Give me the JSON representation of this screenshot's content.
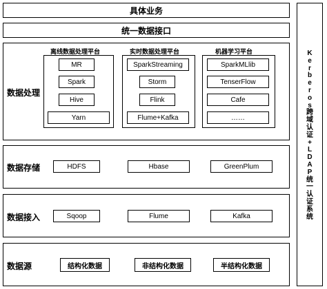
{
  "top_bar": "具体业务",
  "interface_bar": "统一数据接口",
  "side_bar_chars": [
    "K",
    "e",
    "r",
    "b",
    "e",
    "r",
    "o",
    "s",
    "跨",
    "域",
    "认",
    "证",
    "+",
    "L",
    "D",
    "A",
    "P",
    "统",
    "一",
    "认",
    "证",
    "系",
    "统"
  ],
  "processing": {
    "label": "数据处理",
    "platforms": [
      {
        "title": "离线数据处理平台",
        "items": [
          "MR",
          "Spark",
          "Hive",
          "Yarn"
        ]
      },
      {
        "title": "实时数据处理平台",
        "items": [
          "SparkStreaming",
          "Storm",
          "Flink",
          "Flume+Kafka"
        ]
      },
      {
        "title": "机器学习平台",
        "items": [
          "SparkMLlib",
          "TenserFlow",
          "Cafe",
          "……"
        ]
      }
    ]
  },
  "storage": {
    "label": "数据存储",
    "items": [
      "HDFS",
      "Hbase",
      "GreenPlum"
    ]
  },
  "ingest": {
    "label": "数据接入",
    "items": [
      "Sqoop",
      "Flume",
      "Kafka"
    ]
  },
  "source": {
    "label": "数据源",
    "items": [
      "结构化数据",
      "非结构化数据",
      "半结构化数据"
    ]
  }
}
